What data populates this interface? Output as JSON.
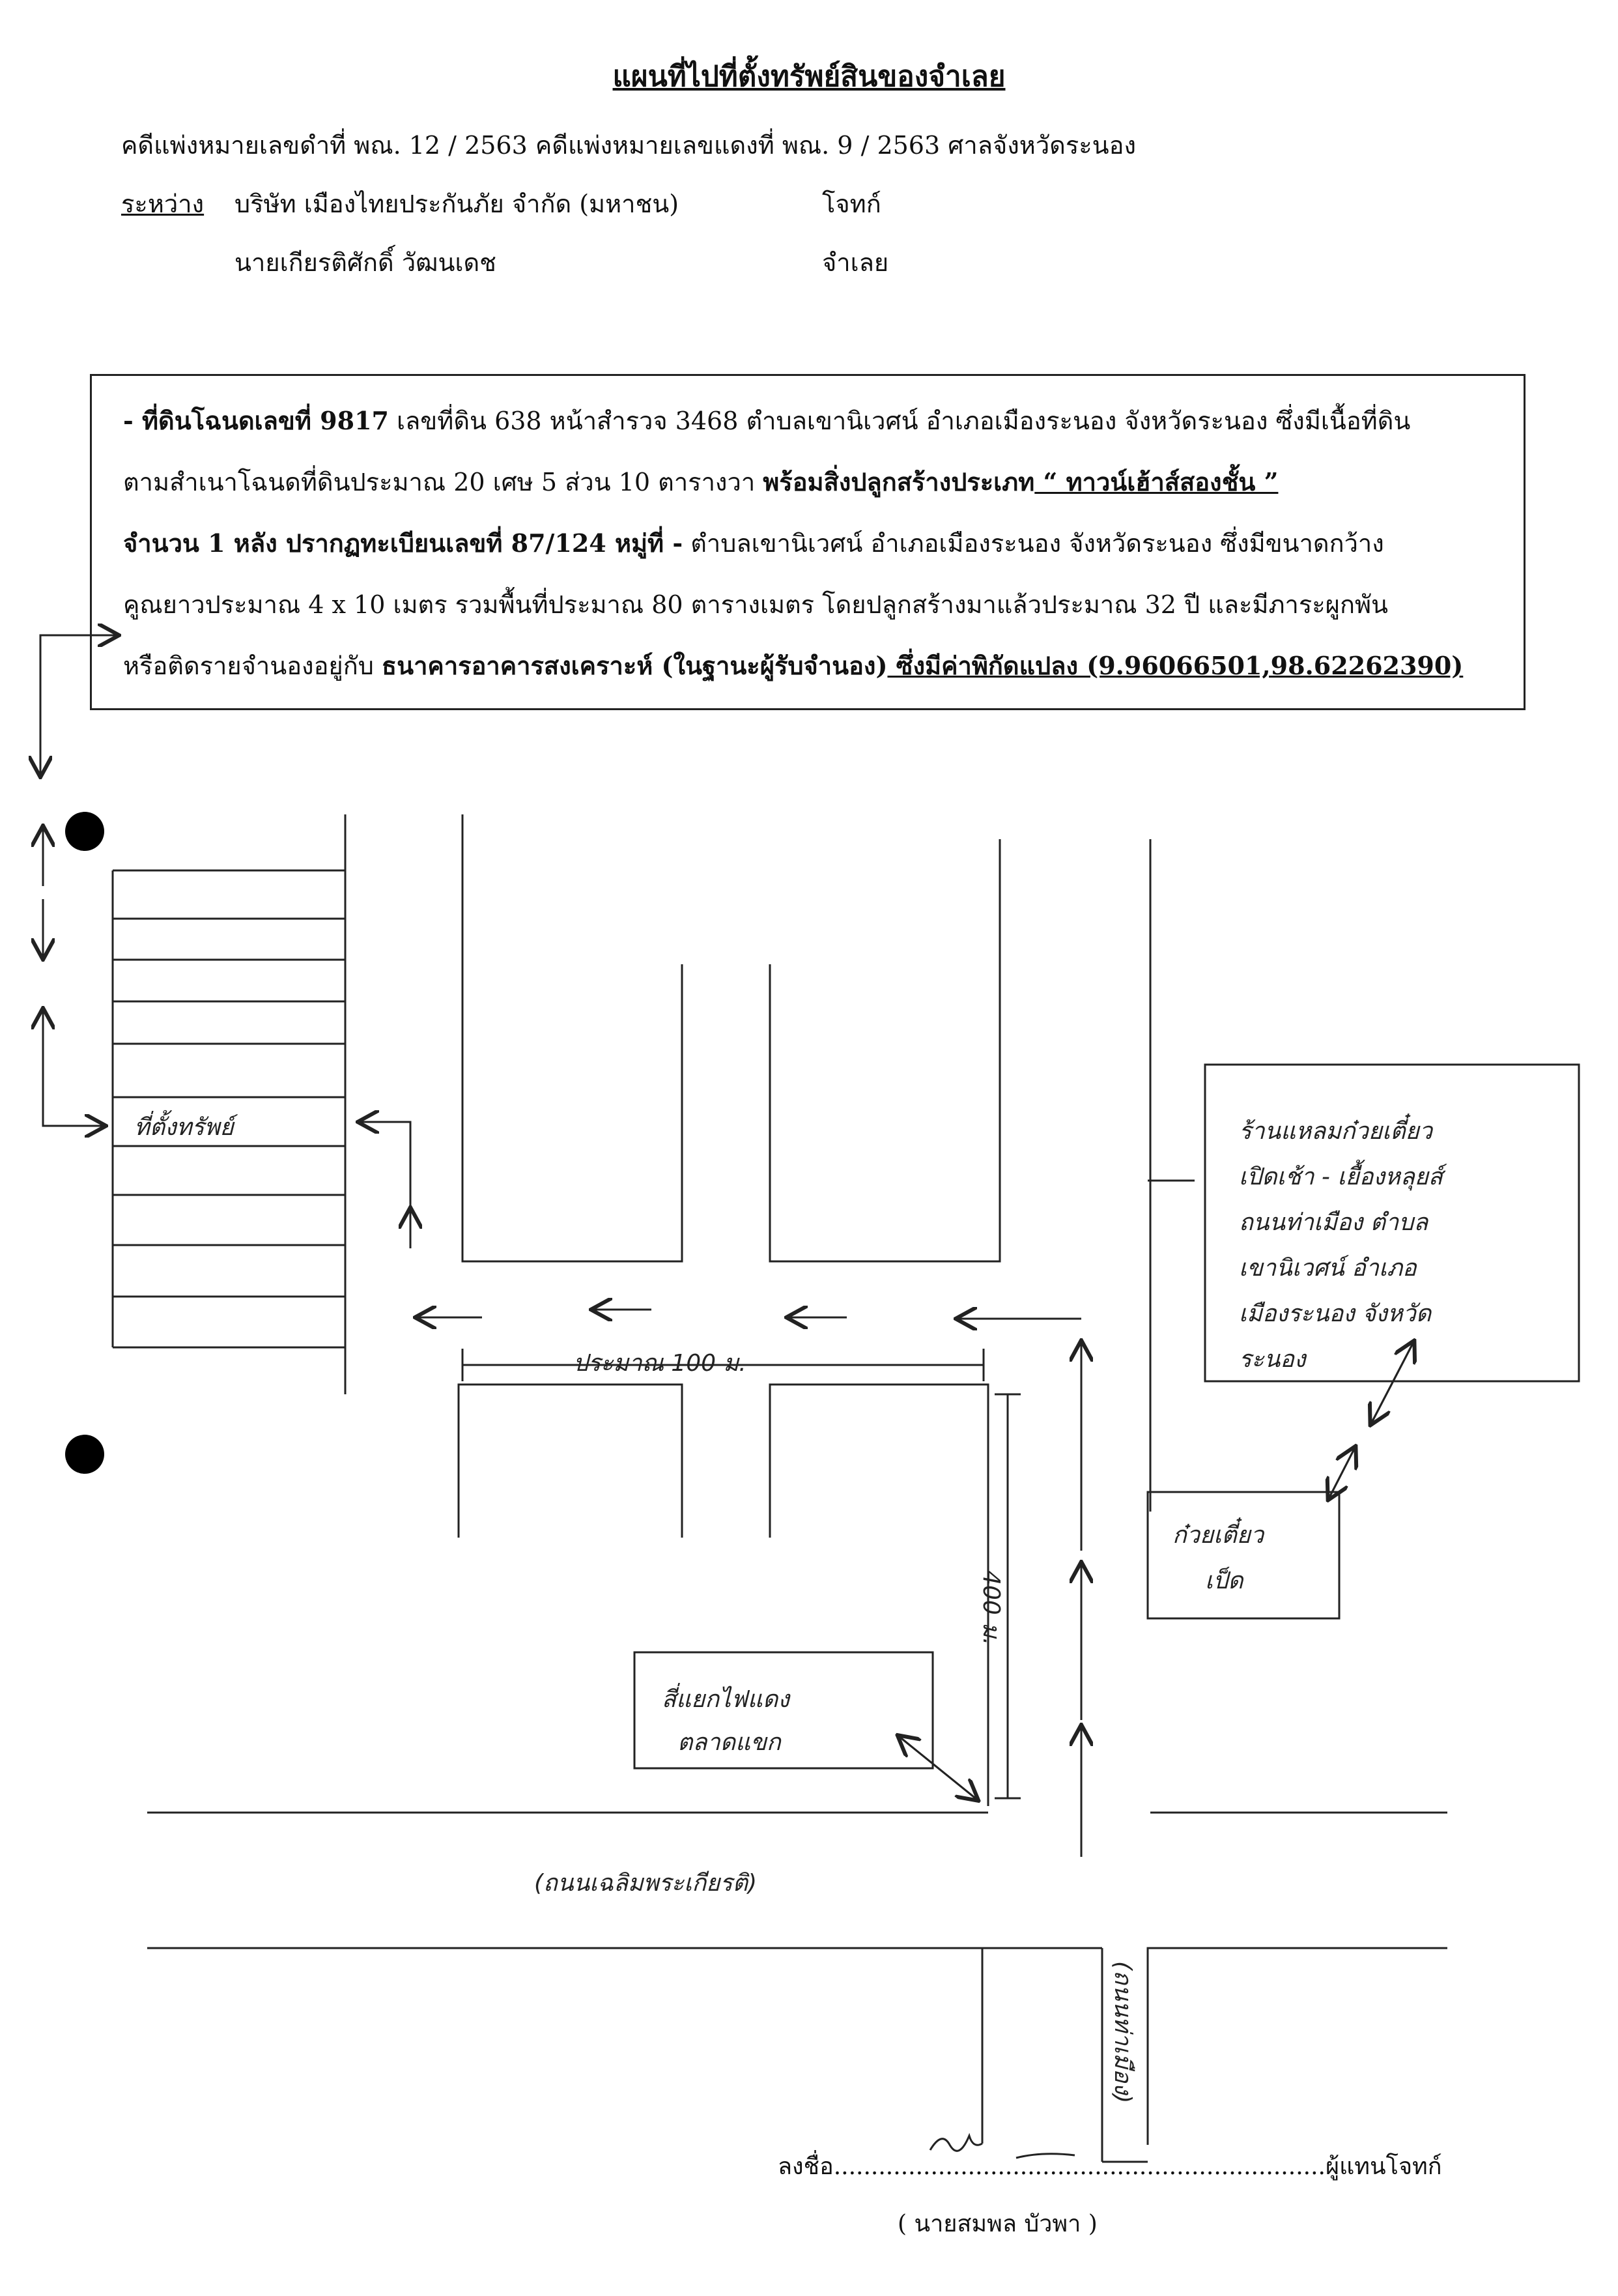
{
  "header": {
    "title": "แผนที่ไปที่ตั้งทรัพย์สินของจำเลย",
    "case_line": "คดีแพ่งหมายเลขดำที่ พณ. 12 / 2563  คดีแพ่งหมายเลขแดงที่ พณ. 9 / 2563  ศาลจังหวัดระนอง",
    "between_label": "ระหว่าง",
    "plaintiff_name": "บริษัท เมืองไทยประกันภัย จำกัด (มหาชน)",
    "plaintiff_role": "โจทก์",
    "defendant_name": "นายเกียรติศักดิ์  วัฒนเดช",
    "defendant_role": "จำเลย"
  },
  "description": {
    "line1_bold": "-  ที่ดินโฉนดเลขที่ 9817",
    "line1_rest": "  เลขที่ดิน 638  หน้าสำรวจ 3468 ตำบลเขานิเวศน์ อำเภอเมืองระนอง จังหวัดระนอง ซึ่งมีเนื้อที่ดิน",
    "line2_rest": "ตามสำเนาโฉนดที่ดินประมาณ  20 เศษ 5 ส่วน  10  ตารางวา ",
    "line2_bold": "พร้อมสิ่งปลูกสร้างประเภท",
    "line2_quote": " “ ทาวน์เฮ้าส์สองชั้น ”",
    "line3_bold": "จำนวน 1 หลัง ปรากฏทะเบียนเลขที่ 87/124 หมู่ที่ -",
    "line3_rest": "  ตำบลเขานิเวศน์ อำเภอเมืองระนอง จังหวัดระนอง  ซึ่งมีขนาดกว้าง",
    "line4_rest": "คูณยาวประมาณ 4 x 10  เมตร รวมพื้นที่ประมาณ 80 ตารางเมตร  โดยปลูกสร้างมาแล้วประมาณ 32  ปี และมีภาระผูกพัน",
    "line5_rest": "หรือติดรายจำนองอยู่กับ ",
    "line5_bold": "ธนาคารอาคารสงเคราะห์ (ในฐานะผู้รับจำนอง)",
    "line5_coord": "  ซึ่งมีค่าพิกัดแปลง  (9.96066501,98.62262390)"
  },
  "map": {
    "property_label": "ที่ตั้งทรัพย์",
    "distance_100": "ประมาณ 100 ม.",
    "distance_400": "400 ม.",
    "shop_note_lines": [
      "ร้านแหลมก๋วยเตี๋ยว",
      "เปิดเช้า - เยื้องหลุยส์",
      "ถนนท่าเมือง ตำบล",
      "เขานิเวศน์ อำเภอ",
      "เมืองระนอง จังหวัด",
      "ระนอง"
    ],
    "noodle_box_lines": [
      "ก๋วยเตี๋ยว",
      "เป็ด"
    ],
    "traffic_light_lines": [
      "สี่แยกไฟแดง",
      "ตลาดแขก"
    ],
    "main_road": "(ถนนเฉลิมพระเกียรติ)",
    "side_road": "(ถนนท่าเมือง)"
  },
  "signature": {
    "sign_prefix": "ลงชื่อ",
    "dots": "..................................................................",
    "sign_suffix": "ผู้แทนโจทก์",
    "signer_name": "( นายสมพล  บัวพา )"
  }
}
